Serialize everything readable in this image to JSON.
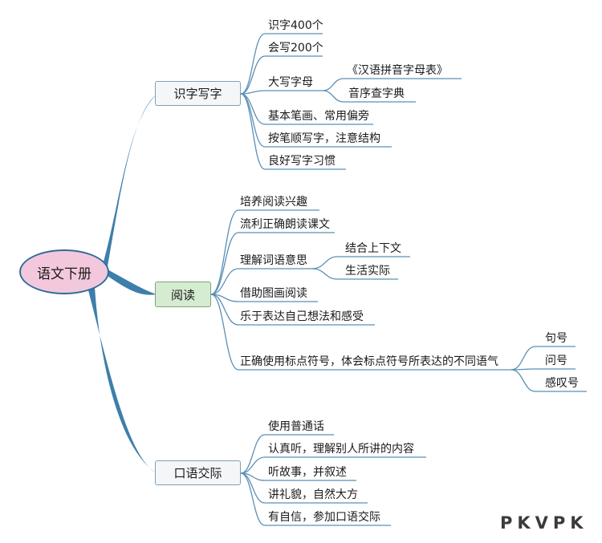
{
  "root": {
    "label": "语文下册"
  },
  "branches": [
    {
      "label": "识字写字",
      "items": [
        {
          "label": "识字400个"
        },
        {
          "label": "会写200个"
        },
        {
          "label": "大写字母",
          "children": [
            "《汉语拼音字母表》",
            "音序查字典"
          ]
        },
        {
          "label": "基本笔画、常用偏旁"
        },
        {
          "label": "按笔顺写字，注意结构"
        },
        {
          "label": "良好写字习惯"
        }
      ]
    },
    {
      "label": "阅读",
      "items": [
        {
          "label": "培养阅读兴趣"
        },
        {
          "label": "流利正确朗读课文"
        },
        {
          "label": "理解词语意思",
          "children": [
            "结合上下文",
            "生活实际"
          ]
        },
        {
          "label": "借助图画阅读"
        },
        {
          "label": "乐于表达自己想法和感受"
        },
        {
          "label": "正确使用标点符号，体会标点符号所表达的不同语气",
          "children": [
            "句号",
            "问号",
            "感叹号"
          ]
        }
      ]
    },
    {
      "label": "口语交际",
      "items": [
        {
          "label": "使用普通话"
        },
        {
          "label": "认真听，理解别人所讲的内容"
        },
        {
          "label": "听故事，并叙述"
        },
        {
          "label": "讲礼貌，自然大方"
        },
        {
          "label": "有自信，参加口语交际"
        }
      ]
    }
  ],
  "watermark": "PKVPK",
  "colors": {
    "trunk": "#3d7eab",
    "line": "#5b8fb5",
    "root_fill": "#f3c8dd",
    "reading_fill": "#d6ecd2"
  }
}
